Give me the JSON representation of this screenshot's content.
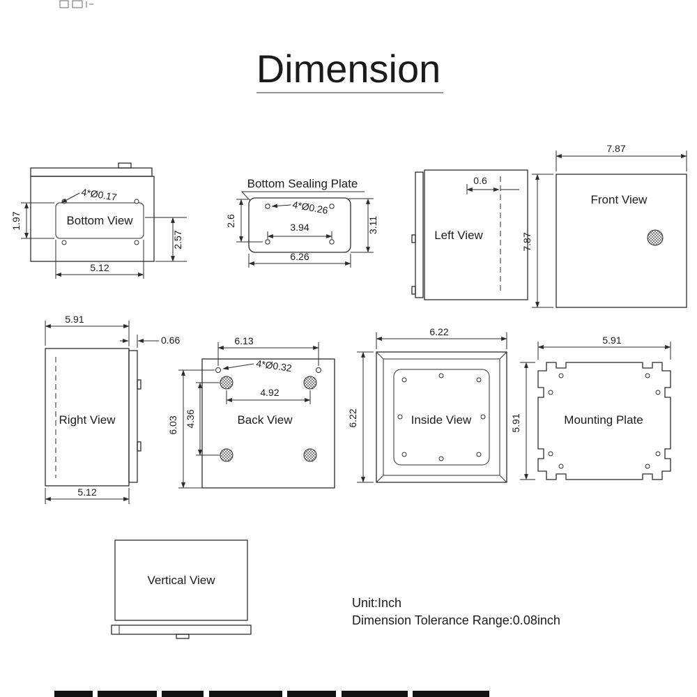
{
  "title": "Dimension",
  "notes": {
    "unit": "Unit:Inch",
    "tolerance": "Dimension Tolerance Range:0.08inch"
  },
  "views": {
    "bottom": {
      "label": "Bottom View",
      "holes": "4*Ø0.17",
      "dim_left": "1.97",
      "dim_right": "2.57",
      "dim_bottom": "5.12"
    },
    "sealing": {
      "label": "Bottom Sealing Plate",
      "holes": "4*Ø0.26",
      "dim_left": "2.6",
      "dim_inner": "3.94",
      "dim_right": "3.11",
      "dim_bottom": "6.26"
    },
    "left": {
      "label": "Left View",
      "dim_top": "0.6"
    },
    "front": {
      "label": "Front View",
      "dim_top": "7.87",
      "dim_left": "7.87"
    },
    "right": {
      "label": "Right View",
      "dim_top": "5.91",
      "dim_offset": "0.66",
      "dim_bottom": "5.12"
    },
    "back": {
      "label": "Back View",
      "holes": "4*Ø0.32",
      "dim_top": "6.13",
      "dim_inner": "4.92",
      "dim_left": "6.03",
      "dim_mid": "4.36"
    },
    "inside": {
      "label": "Inside View",
      "dim_top": "6.22",
      "dim_left": "6.22"
    },
    "mounting": {
      "label": "Mounting Plate",
      "dim_top": "5.91",
      "dim_left": "5.91"
    },
    "vertical": {
      "label": "Vertical View"
    }
  }
}
